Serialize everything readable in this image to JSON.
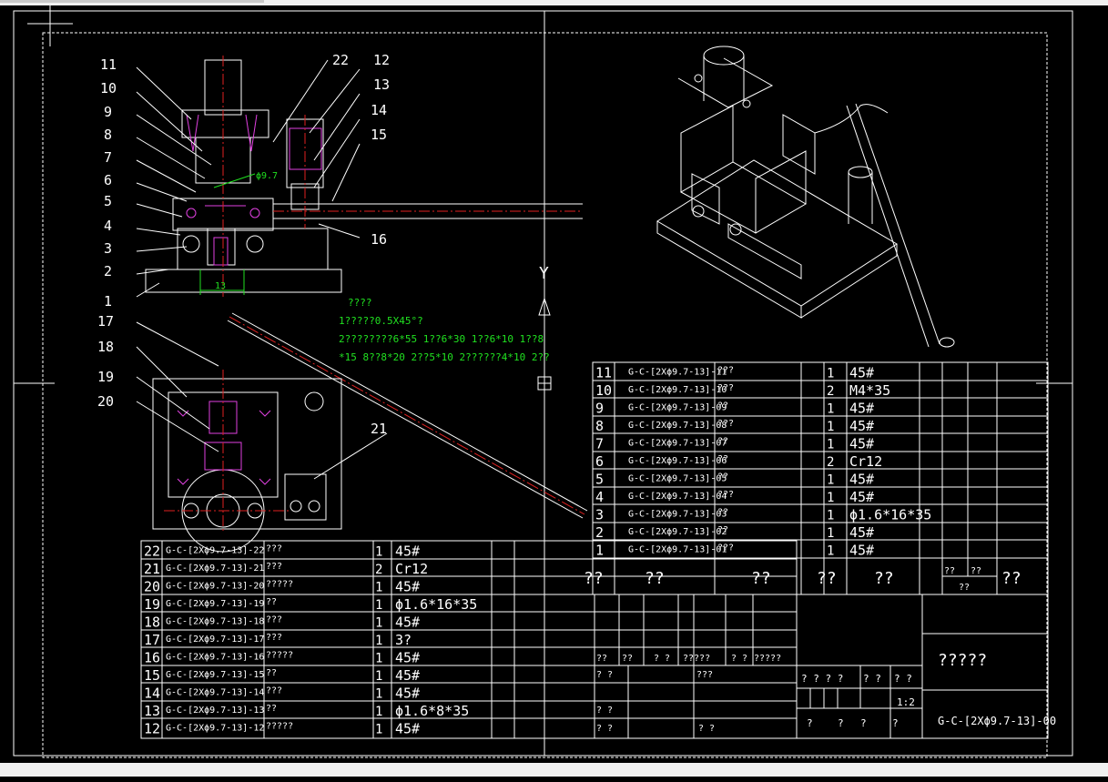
{
  "drawing": {
    "axis_label": "Y",
    "dimensions": {
      "dia": "ϕ9.7",
      "width": "13"
    },
    "notes": [
      "????",
      "1?????0.5X45°?",
      "2????????6*55 1??6*30 1??6*10 1??8",
      "*15 8??8*20 2??5*10 2??????4*10 2??"
    ],
    "balloons": [
      "1",
      "2",
      "3",
      "4",
      "5",
      "6",
      "7",
      "8",
      "9",
      "10",
      "11",
      "12",
      "13",
      "14",
      "15",
      "16",
      "17",
      "18",
      "19",
      "20",
      "21",
      "22"
    ]
  },
  "bom_left": {
    "rows": [
      {
        "no": "22",
        "code": "G-C-[2Xϕ9.7-13]-22",
        "name": "???",
        "qty": "1",
        "mat": "45#"
      },
      {
        "no": "21",
        "code": "G-C-[2Xϕ9.7-13]-21",
        "name": "???",
        "qty": "2",
        "mat": "Cr12"
      },
      {
        "no": "20",
        "code": "G-C-[2Xϕ9.7-13]-20",
        "name": "?????",
        "qty": "1",
        "mat": "45#"
      },
      {
        "no": "19",
        "code": "G-C-[2Xϕ9.7-13]-19",
        "name": "??",
        "qty": "1",
        "mat": "ϕ1.6*16*35"
      },
      {
        "no": "18",
        "code": "G-C-[2Xϕ9.7-13]-18",
        "name": "???",
        "qty": "1",
        "mat": "45#"
      },
      {
        "no": "17",
        "code": "G-C-[2Xϕ9.7-13]-17",
        "name": "???",
        "qty": "1",
        "mat": "3?"
      },
      {
        "no": "16",
        "code": "G-C-[2Xϕ9.7-13]-16",
        "name": "?????",
        "qty": "1",
        "mat": "45#"
      },
      {
        "no": "15",
        "code": "G-C-[2Xϕ9.7-13]-15",
        "name": "??",
        "qty": "1",
        "mat": "45#"
      },
      {
        "no": "14",
        "code": "G-C-[2Xϕ9.7-13]-14",
        "name": "???",
        "qty": "1",
        "mat": "45#"
      },
      {
        "no": "13",
        "code": "G-C-[2Xϕ9.7-13]-13",
        "name": "??",
        "qty": "1",
        "mat": "ϕ1.6*8*35"
      },
      {
        "no": "12",
        "code": "G-C-[2Xϕ9.7-13]-12",
        "name": "?????",
        "qty": "1",
        "mat": "45#"
      }
    ]
  },
  "bom_right": {
    "rows": [
      {
        "no": "11",
        "code": "G-C-[2Xϕ9.7-13]-11",
        "name": "???",
        "qty": "1",
        "mat": "45#"
      },
      {
        "no": "10",
        "code": "G-C-[2Xϕ9.7-13]-10",
        "name": "???",
        "qty": "2",
        "mat": "M4*35"
      },
      {
        "no": "9",
        "code": "G-C-[2Xϕ9.7-13]-09",
        "name": "??",
        "qty": "1",
        "mat": "45#"
      },
      {
        "no": "8",
        "code": "G-C-[2Xϕ9.7-13]-08",
        "name": "???",
        "qty": "1",
        "mat": "45#"
      },
      {
        "no": "7",
        "code": "G-C-[2Xϕ9.7-13]-07",
        "name": "??",
        "qty": "1",
        "mat": "45#"
      },
      {
        "no": "6",
        "code": "G-C-[2Xϕ9.7-13]-06",
        "name": "??",
        "qty": "2",
        "mat": "Cr12"
      },
      {
        "no": "5",
        "code": "G-C-[2Xϕ9.7-13]-05",
        "name": "??",
        "qty": "1",
        "mat": "45#"
      },
      {
        "no": "4",
        "code": "G-C-[2Xϕ9.7-13]-04",
        "name": "???",
        "qty": "1",
        "mat": "45#"
      },
      {
        "no": "3",
        "code": "G-C-[2Xϕ9.7-13]-03",
        "name": "??",
        "qty": "1",
        "mat": "ϕ1.6*16*35"
      },
      {
        "no": "2",
        "code": "G-C-[2Xϕ9.7-13]-02",
        "name": "??",
        "qty": "1",
        "mat": "45#"
      },
      {
        "no": "1",
        "code": "G-C-[2Xϕ9.7-13]-01",
        "name": "???",
        "qty": "1",
        "mat": "45#"
      }
    ],
    "header": [
      "??",
      "??",
      "??",
      "??",
      "??",
      "??",
      "??",
      "??",
      "??"
    ]
  },
  "title_block": {
    "title": "?????",
    "drawing_no": "G-C-[2Xϕ9.7-13]-00",
    "scale": "1:2",
    "r1": [
      "??",
      "??",
      "? ?",
      "?????",
      "? ?",
      "?????"
    ],
    "r2": [
      "? ?",
      "???"
    ],
    "r3": [
      "? ? ? ?",
      "? ?",
      "? ?"
    ],
    "r4": [
      "? ?"
    ],
    "r5": [
      "? ?",
      "? ?"
    ],
    "r6": [
      "?",
      "?",
      "?",
      "?"
    ]
  }
}
